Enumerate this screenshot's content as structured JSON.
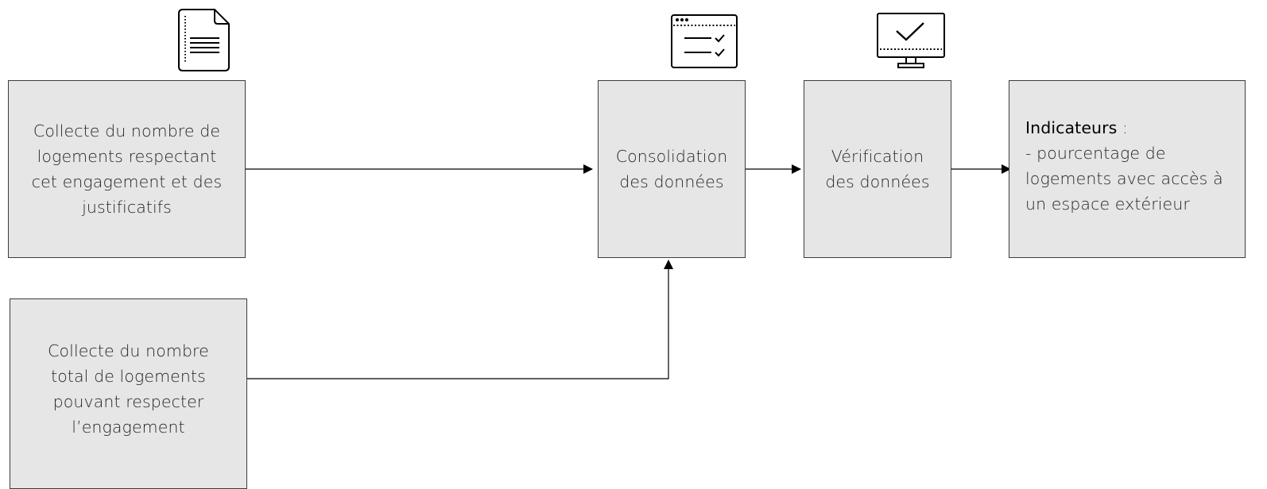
{
  "boxes": {
    "collect_engaged": {
      "lines": [
        "Collecte du nombre de",
        "logements respectant",
        "cet engagement et des",
        "justificatifs"
      ]
    },
    "collect_total": {
      "lines": [
        "Collecte du nombre",
        "total de logements",
        "pouvant respecter",
        "l’engagement"
      ]
    },
    "consolidation": {
      "lines": [
        "Consolidation",
        "des données"
      ]
    },
    "verification": {
      "lines": [
        "Vérification",
        "des données"
      ]
    },
    "indicators": {
      "title": "Indicateurs",
      "title_suffix": " :",
      "lines": [
        "- pourcentage de",
        "logements avec accès à",
        "un espace extérieur"
      ]
    }
  },
  "icons": {
    "collect": "document-icon",
    "consolidation": "checklist-icon",
    "verification": "monitor-check-icon"
  },
  "colors": {
    "box_fill": "#e6e6e6",
    "stroke": "#000000"
  }
}
